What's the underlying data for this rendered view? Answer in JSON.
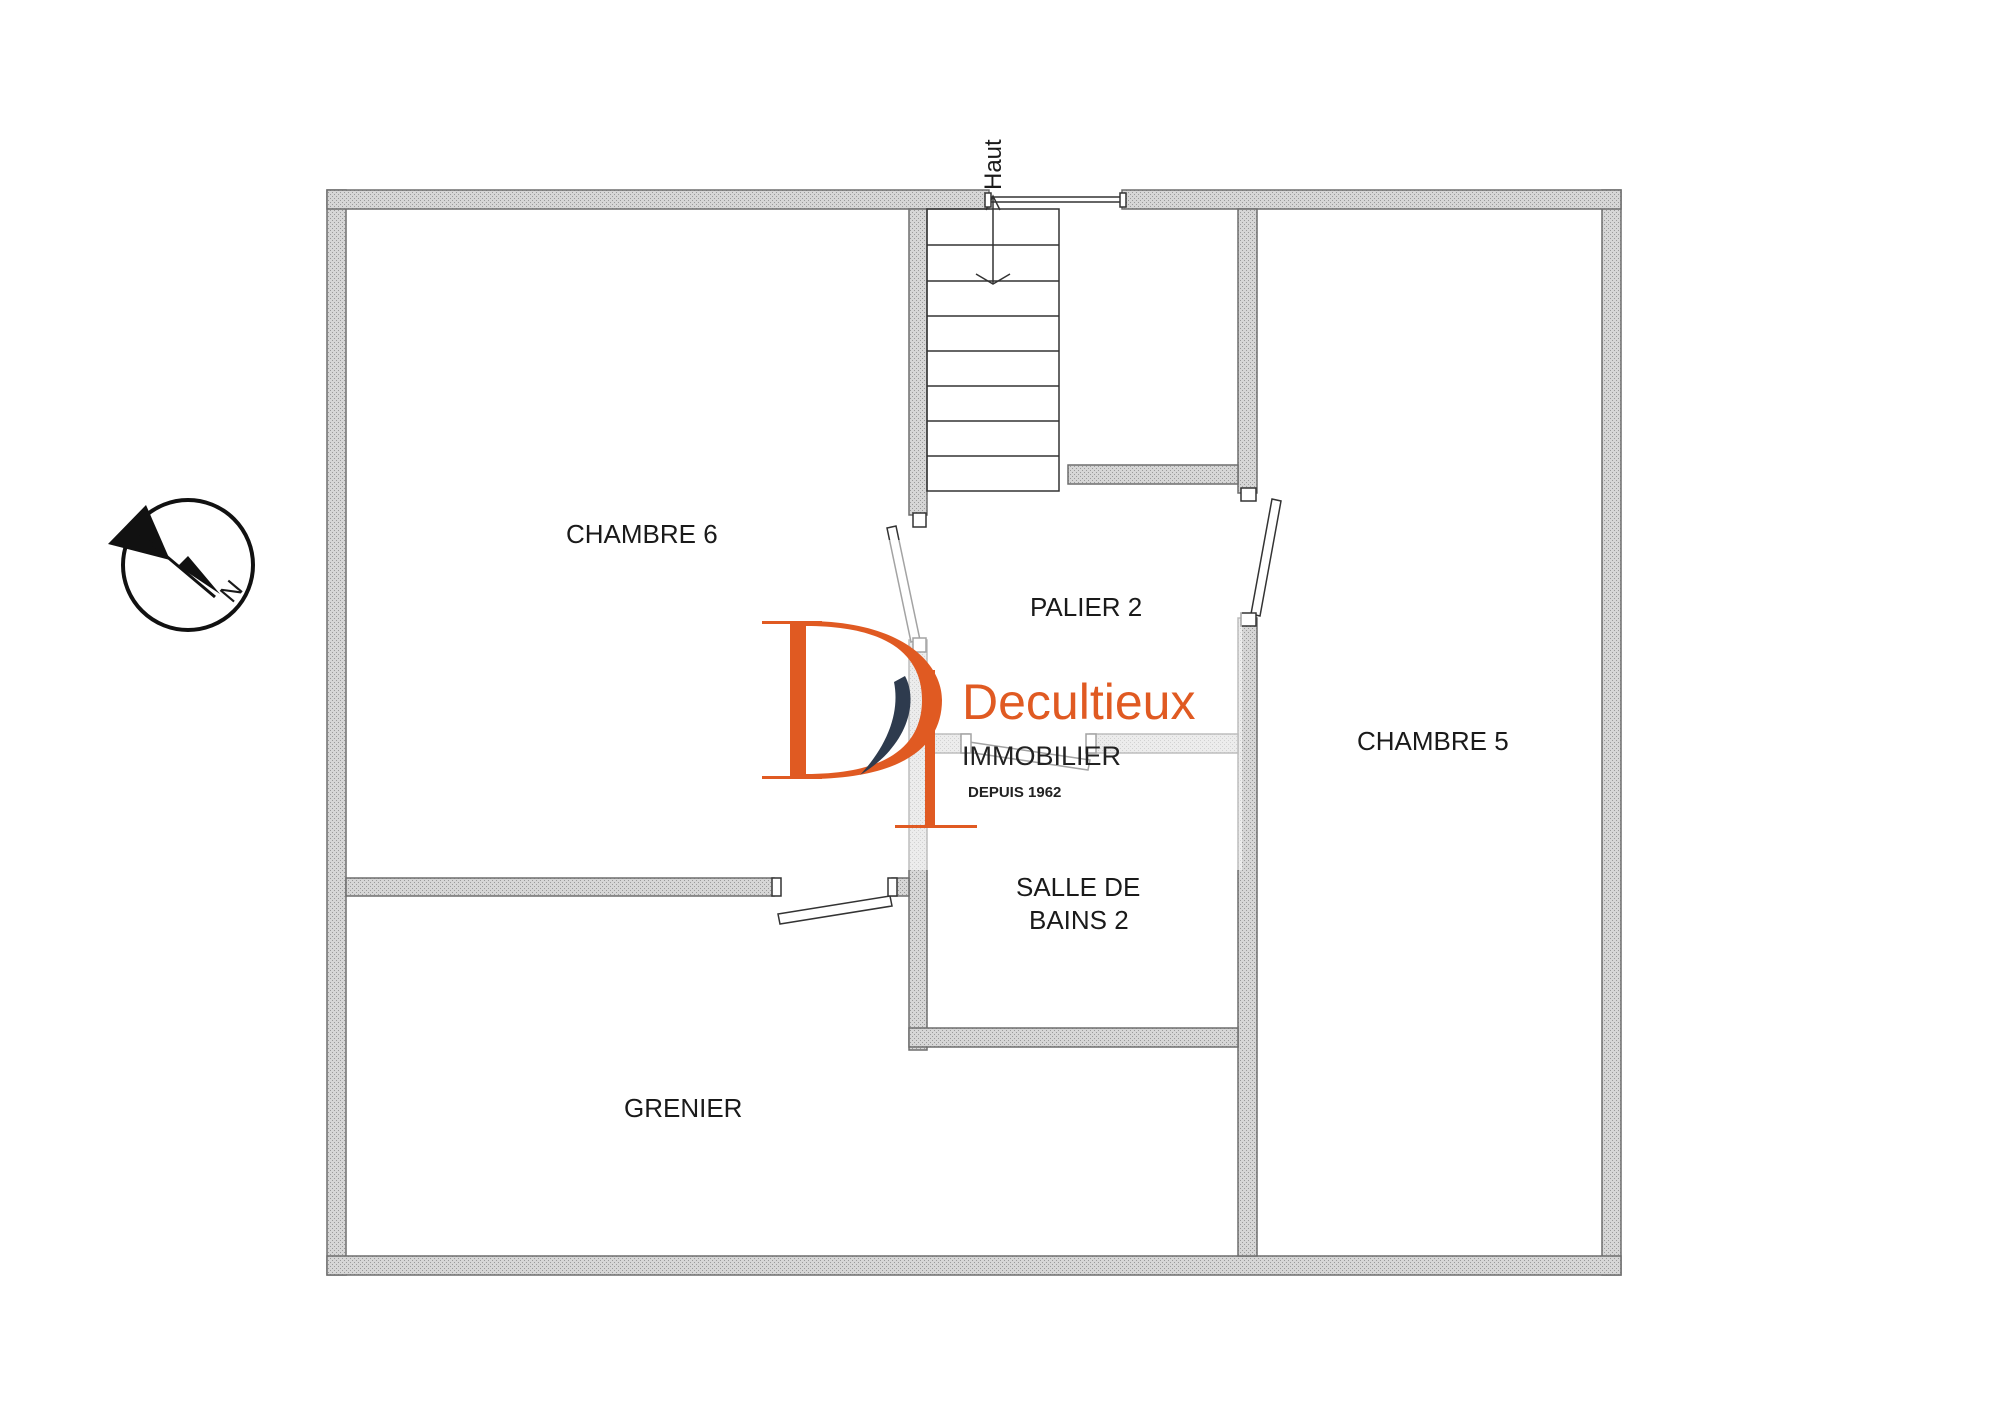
{
  "colors": {
    "wall_fill": "#d2d2d2",
    "wall_stroke": "#6e6e6e",
    "line": "#333333",
    "logo_orange": "#e05a22",
    "logo_navy": "#2e3b4e",
    "background": "#ffffff"
  },
  "compass": {
    "icon": "north-arrow-icon",
    "letter": "N"
  },
  "stairs": {
    "direction_label": "Haut"
  },
  "rooms": {
    "chambre6": "CHAMBRE 6",
    "palier2": "PALIER 2",
    "chambre5": "CHAMBRE 5",
    "salle_de_bains_line1": "SALLE DE",
    "salle_de_bains_line2": "BAINS 2",
    "grenier": "GRENIER"
  },
  "watermark": {
    "brand": "Decultieux",
    "line2": "IMMOBILIER",
    "line3": "DEPUIS 1962"
  }
}
